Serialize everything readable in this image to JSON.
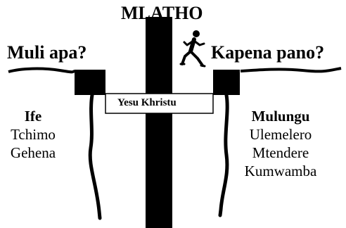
{
  "diagram": {
    "title": "MLATHO",
    "question_left": "Muli apa?",
    "question_right": "Kapena pano?",
    "bridge_label": "Yesu Khristu",
    "left_side": {
      "heading": "Ife",
      "items": [
        "Tchimo",
        "Gehena"
      ]
    },
    "right_side": {
      "heading": "Mulungu",
      "items": [
        "Ulemelero",
        "Mtendere",
        "Kumwamba"
      ]
    },
    "colors": {
      "ink": "#000000",
      "background": "#ffffff"
    },
    "icons": {
      "runner": "running-person-icon",
      "cross": "cross-icon"
    }
  }
}
